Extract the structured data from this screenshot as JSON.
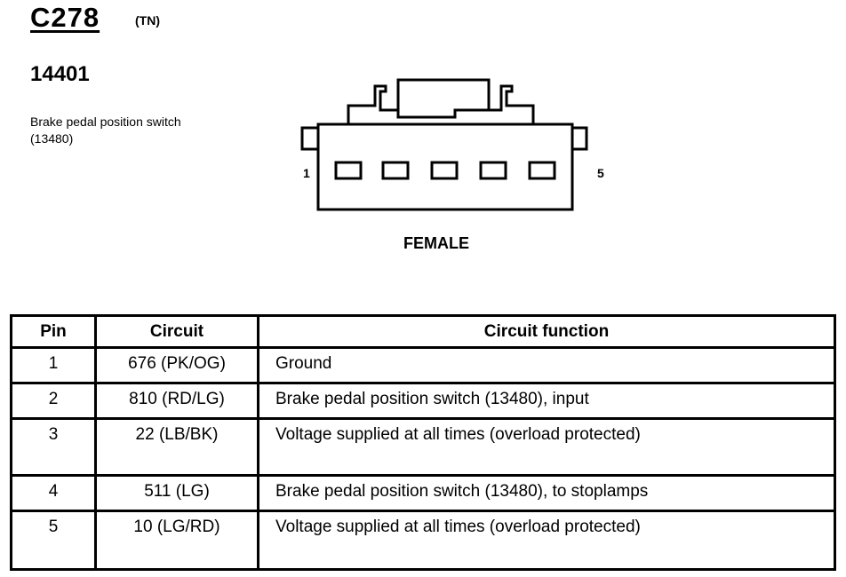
{
  "header": {
    "connector_id": "C278",
    "connector_code": "(TN)",
    "part_number": "14401",
    "description": "Brake pedal position switch (13480)"
  },
  "diagram": {
    "pin_left_label": "1",
    "pin_right_label": "5",
    "gender": "FEMALE"
  },
  "table": {
    "headers": [
      "Pin",
      "Circuit",
      "Circuit function"
    ],
    "rows": [
      {
        "pin": "1",
        "circuit": "676 (PK/OG)",
        "function": "Ground"
      },
      {
        "pin": "2",
        "circuit": "810 (RD/LG)",
        "function": "Brake pedal position switch (13480), input"
      },
      {
        "pin": "3",
        "circuit": "22 (LB/BK)",
        "function": "Voltage supplied at all times (overload protected)"
      },
      {
        "pin": "4",
        "circuit": "511 (LG)",
        "function": "Brake pedal position switch (13480), to stoplamps"
      },
      {
        "pin": "5",
        "circuit": "10 (LG/RD)",
        "function": "Voltage supplied at all times (overload protected)"
      }
    ]
  }
}
